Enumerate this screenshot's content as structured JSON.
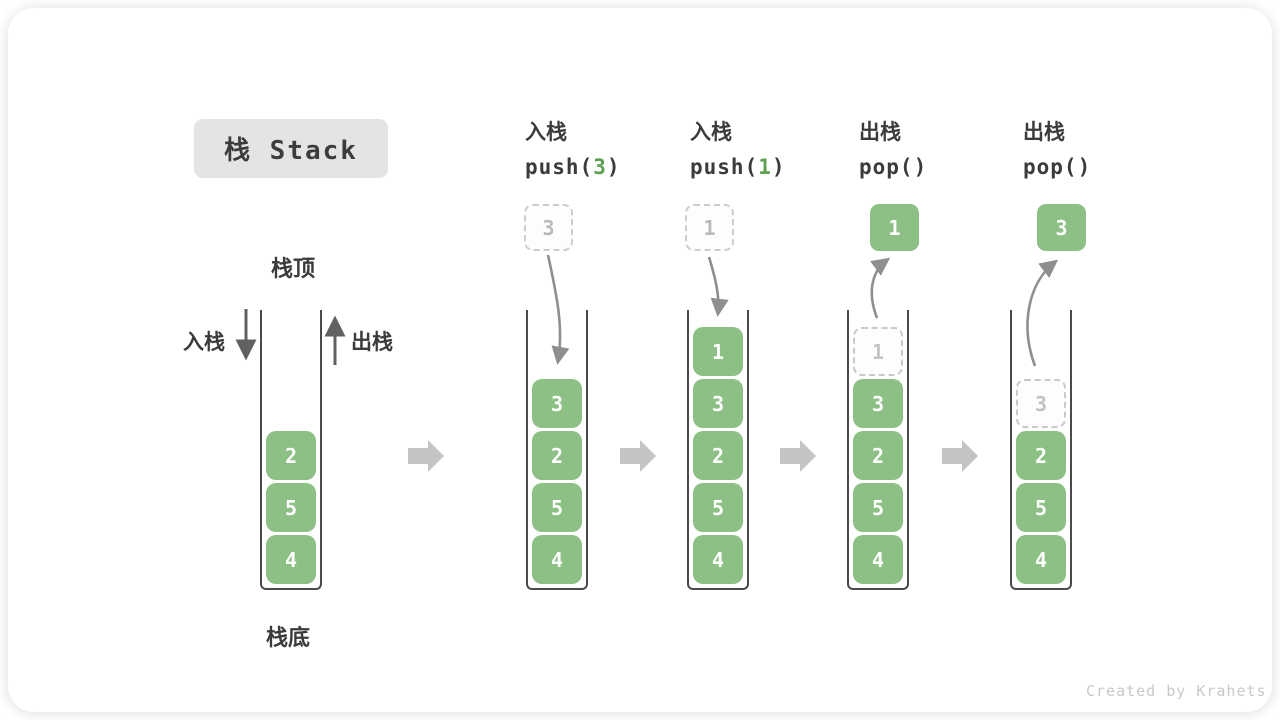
{
  "title": "栈 Stack",
  "side_labels": {
    "top": "栈顶",
    "bottom": "栈底",
    "push": "入栈",
    "pop": "出栈"
  },
  "operations": [
    {
      "name": "入栈",
      "fn": "push(",
      "arg": "3",
      "close": ")"
    },
    {
      "name": "入栈",
      "fn": "push(",
      "arg": "1",
      "close": ")"
    },
    {
      "name": "出栈",
      "fn": "pop(",
      "arg": "",
      "close": ")"
    },
    {
      "name": "出栈",
      "fn": "pop(",
      "arg": "",
      "close": ")"
    }
  ],
  "stacks": [
    {
      "blocks": [
        "2",
        "5",
        "4"
      ]
    },
    {
      "blocks": [
        "3",
        "2",
        "5",
        "4"
      ],
      "floating": "3"
    },
    {
      "blocks": [
        "1",
        "3",
        "2",
        "5",
        "4"
      ],
      "floating": "1"
    },
    {
      "blocks": [
        "3",
        "2",
        "5",
        "4"
      ],
      "ghost": "1",
      "floating": "1"
    },
    {
      "blocks": [
        "2",
        "5",
        "4"
      ],
      "ghost": "3",
      "floating": "3"
    }
  ],
  "watermark": "Created by Krahets",
  "colors": {
    "block_green": "#8CC084",
    "arg_green": "#5CA050",
    "text_dark": "#3B3B3B",
    "container_wall": "#4A4A4A",
    "dashed_border": "#C9C9C9",
    "ghost_text": "#C3C3C3",
    "curved_arrow": "#8F8F8F",
    "flow_arrow": "#C4C4C4",
    "title_bg": "#E4E4E4",
    "watermark": "#C9C9C9"
  }
}
